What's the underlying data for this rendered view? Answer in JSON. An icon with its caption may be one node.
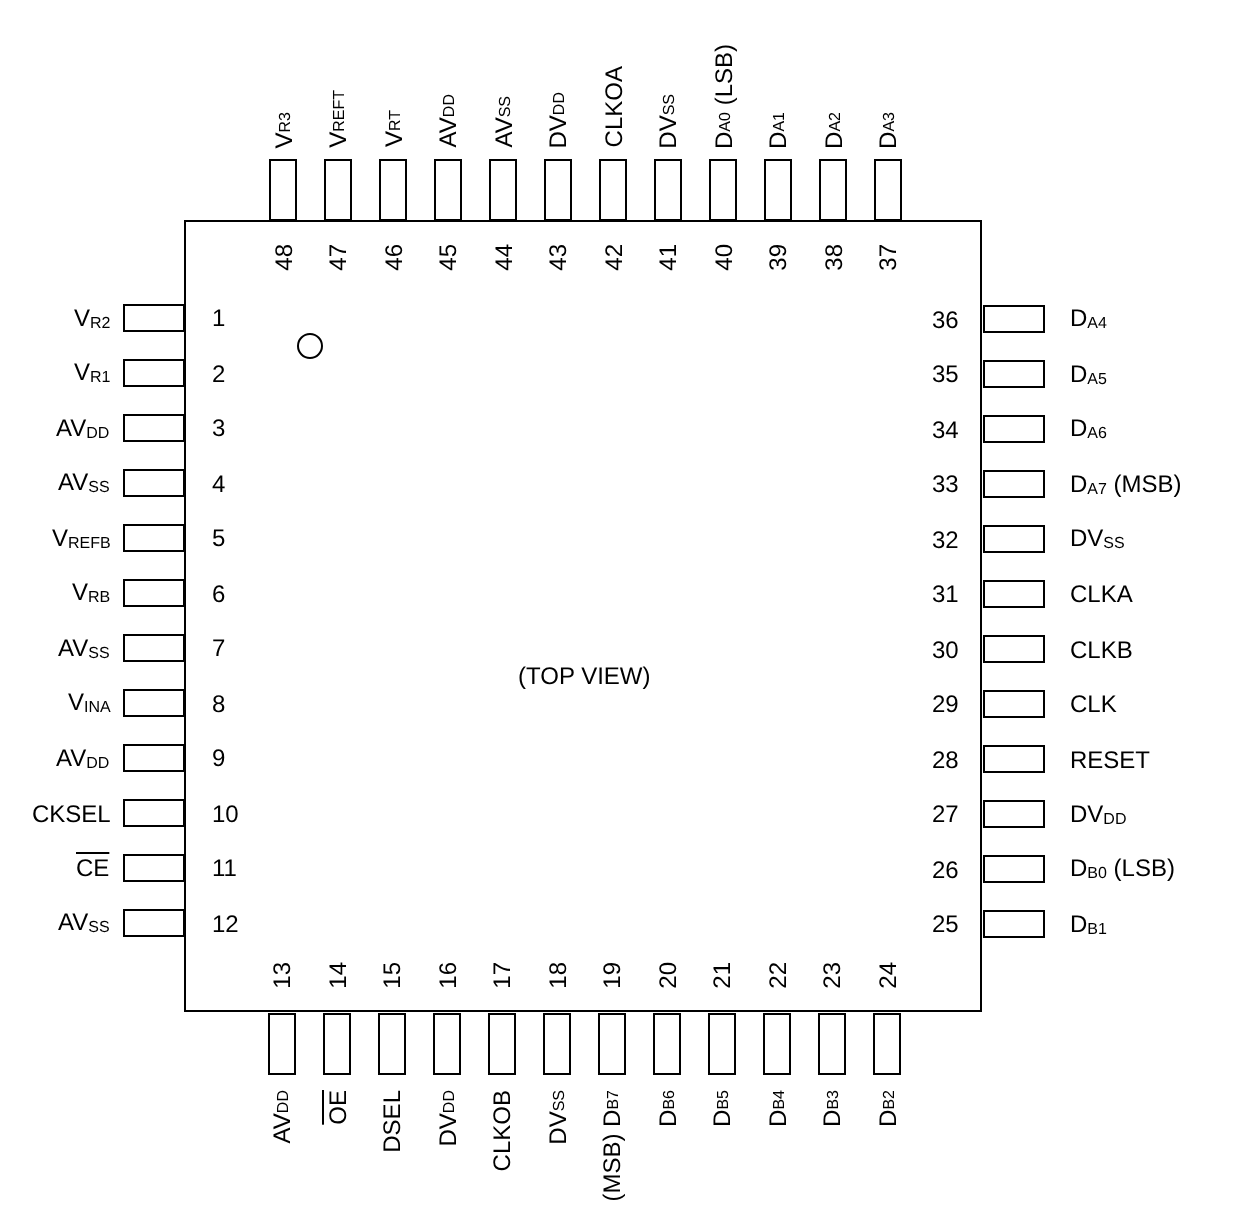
{
  "diagram": {
    "nodes": [
      {
        "text": [
          "(TOP VIEW)"
        ]
      }
    ],
    "labels": [
      "V$_{R2}$",
      "1",
      "V$_{R1}$",
      "2",
      "AV$_{DD}$",
      "3",
      "AV$_{SS}$",
      "4",
      "V$_{REFB}$",
      "5",
      "V$_{RB}$",
      "6",
      "AV$_{SS}$",
      "7",
      "V$_{INA}$",
      "8",
      "AV$_{DD}$",
      "9",
      "CKSEL",
      "10",
      "CE",
      "11",
      "AV$_{SS}$",
      "12",
      "AV$_{DD}$",
      "13",
      "OE",
      "14",
      "DSEL",
      "15",
      "DV$_{DD}$",
      "16",
      "CLKOB",
      "17",
      "DV$_{SS}$",
      "18",
      "(MSB) D$_{B7}$",
      "19",
      "D$_{B6}$",
      "20",
      "D$_{B5}$",
      "21",
      "D$_{B4}$",
      "22",
      "D$_{B3}$",
      "23",
      "D$_{B2}$",
      "24",
      "D$_{B1}$",
      "25",
      "D$_{B0}$ (LSB)",
      "26",
      "DV$_{DD}$",
      "27",
      "RESET",
      "28",
      "CLK",
      "29",
      "CLKB",
      "30",
      "CLKA",
      "31",
      "DV$_{SS}$",
      "32",
      "D$_{A7}$ (MSB)",
      "33",
      "D$_{A6}$",
      "34",
      "D$_{A5}$",
      "35",
      "D$_{A4}$",
      "36",
      "D$_{A3}$",
      "37",
      "D$_{A2}$",
      "38",
      "D$_{A1}$",
      "39",
      "D$_{A0}$ (LSB)",
      "40",
      "DV$_{SS}$",
      "41",
      "CLKOA",
      "42",
      "DV$_{DD}$",
      "43",
      "AV$_{SS}$",
      "44",
      "AV$_{DD}$",
      "45",
      "V$_{RT}$",
      "46",
      "V$_{REFT}$",
      "47",
      "V$_{R3}$",
      "48"
    ]
  }
}
